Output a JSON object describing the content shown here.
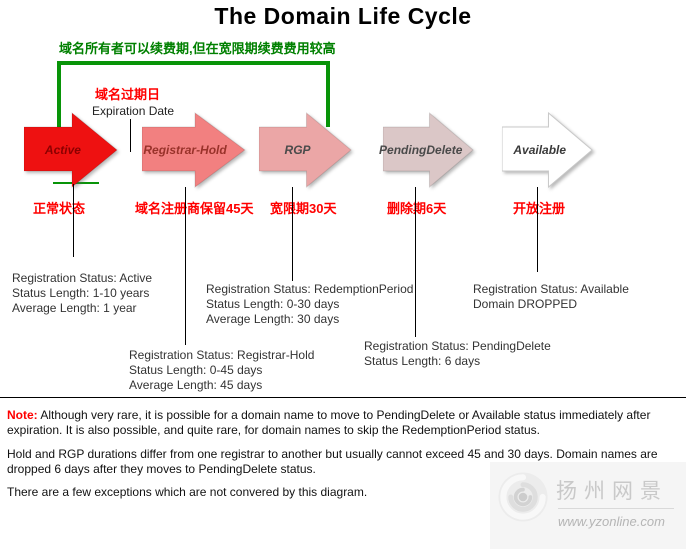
{
  "title": "The Domain Life Cycle",
  "annotations": {
    "renewal_note_cn": "域名所有者可以续费期,但在宽限期续费费用较高",
    "expiration_label_cn": "域名过期日",
    "expiration_label_en": "Expiration Date"
  },
  "stages": [
    {
      "label": "Active",
      "label_cn": "正常状态",
      "color": "#ee1111",
      "text_color": "#8b0000"
    },
    {
      "label": "Registrar-Hold",
      "label_cn": "域名注册商保留45天",
      "color": "#f28080",
      "text_color": "#99322a"
    },
    {
      "label": "RGP",
      "label_cn": "宽限期30天",
      "color": "#eba6a6",
      "text_color": "#4a4a4a"
    },
    {
      "label": "PendingDelete",
      "label_cn": "删除期6天",
      "color": "#dbc7c7",
      "text_color": "#4a4a4a"
    },
    {
      "label": "Available",
      "label_cn": "开放注册",
      "color": "#ffffff",
      "text_color": "#3a3a3a"
    }
  ],
  "details": {
    "active": [
      "Registration Status: Active",
      "Status Length: 1-10 years",
      "Average Length: 1 year"
    ],
    "registrar_hold": [
      "Registration Status: Registrar-Hold",
      "Status Length: 0-45 days",
      "Average Length: 45 days"
    ],
    "rgp": [
      "Registration Status: RedemptionPeriod",
      "Status Length: 0-30 days",
      "Average Length: 30 days"
    ],
    "pending_delete": [
      "Registration Status: PendingDelete",
      "Status Length: 6 days"
    ],
    "available": [
      "Registration Status: Available",
      "Domain DROPPED"
    ]
  },
  "notes": {
    "note_label": "Note:",
    "note_text": " Although very rare, it is possible for a domain name to move to PendingDelete or Available status immediately after expiration.  It is also possible, and quite rare,  for domain names to skip the RedemptionPeriod status.",
    "para2": "Hold and RGP durations differ from one registrar to another but usually cannot exceed 45 and 30 days. Domain names are dropped 6 days after they moves to PendingDelete status.",
    "para3": "There are a few exceptions which are not convered by this diagram."
  },
  "watermark": {
    "name_cn": "扬州网景",
    "url": "www.yzonline.com"
  },
  "colors": {
    "bracket_green": "#089408",
    "highlight_red": "#ff0000"
  }
}
